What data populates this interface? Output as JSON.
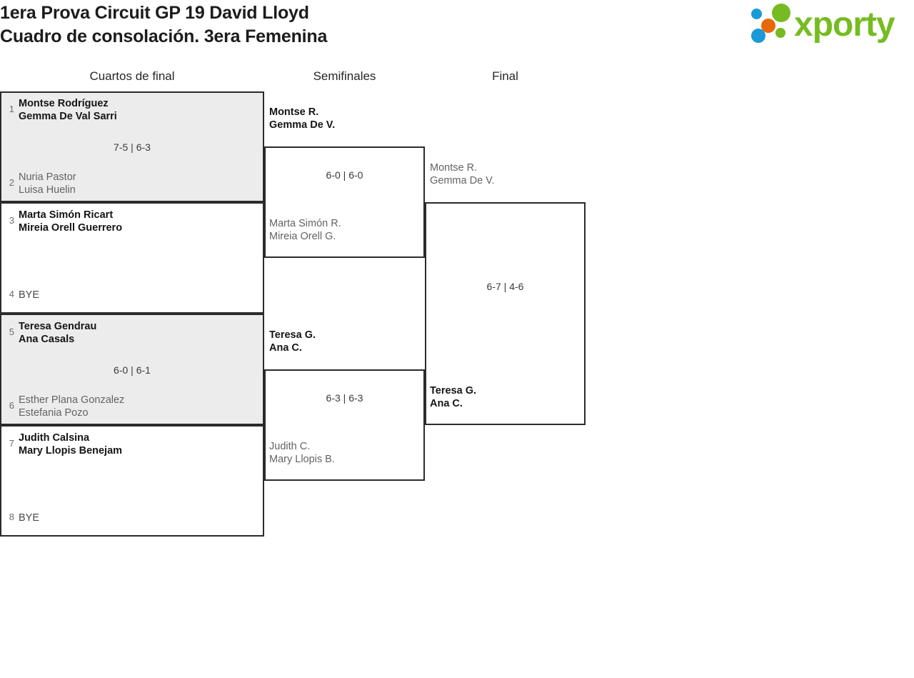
{
  "header": {
    "title": "1era Prova Circuit GP 19 David Lloyd\nCuadro de consolación. 3era Femenina",
    "logo": {
      "text": "xporty",
      "text_color": "#76bc21",
      "dots": [
        {
          "name": "dot-blue-top",
          "color": "#1a9ad7"
        },
        {
          "name": "dot-orange",
          "color": "#e8690c"
        },
        {
          "name": "dot-green-large",
          "color": "#76bc21"
        },
        {
          "name": "dot-blue-bottom",
          "color": "#1a9ad7"
        },
        {
          "name": "dot-green-small",
          "color": "#76bc21"
        }
      ]
    }
  },
  "columns": [
    {
      "key": "qf",
      "label": "Cuartos de final"
    },
    {
      "key": "sf",
      "label": "Semifinales"
    },
    {
      "key": "f",
      "label": "Final"
    }
  ],
  "colors": {
    "border": "#2b2b2b",
    "shaded_row": "#ececec",
    "winner_text": "#151515",
    "loser_text": "#636363",
    "seed_text": "#6b6b6b"
  },
  "bracket": {
    "quarterfinals": [
      {
        "score": "7-5 | 6-3",
        "shaded": true,
        "top": {
          "seed": "1",
          "name": "Montse Rodríguez\nGemma De Val Sarri",
          "result": "win"
        },
        "bottom": {
          "seed": "2",
          "name": "Nuria Pastor\nLuisa Huelin",
          "result": "lose"
        }
      },
      {
        "score": "",
        "shaded": false,
        "top": {
          "seed": "3",
          "name": "Marta Simón Ricart\nMireia Orell Guerrero",
          "result": "win"
        },
        "bottom": {
          "seed": "4",
          "name": "BYE",
          "result": "bye"
        }
      },
      {
        "score": "6-0 | 6-1",
        "shaded": true,
        "top": {
          "seed": "5",
          "name": "Teresa Gendrau\nAna Casals",
          "result": "win"
        },
        "bottom": {
          "seed": "6",
          "name": "Esther Plana Gonzalez\nEstefania Pozo",
          "result": "lose"
        }
      },
      {
        "score": "",
        "shaded": false,
        "top": {
          "seed": "7",
          "name": "Judith Calsina\nMary Llopis Benejam",
          "result": "win"
        },
        "bottom": {
          "seed": "8",
          "name": "BYE",
          "result": "bye"
        }
      }
    ],
    "semifinals": [
      {
        "score": "6-0 | 6-0",
        "top": {
          "name": "Montse R.\nGemma De V.",
          "result": "win"
        },
        "bottom": {
          "name": "Marta Simón R.\nMireia Orell G.",
          "result": "lose"
        }
      },
      {
        "score": "6-3 | 6-3",
        "top": {
          "name": "Teresa G.\nAna C.",
          "result": "win"
        },
        "bottom": {
          "name": "Judith C.\nMary Llopis B.",
          "result": "lose"
        }
      }
    ],
    "final": [
      {
        "score": "6-7 | 4-6",
        "top": {
          "name": "Montse R.\nGemma De V.",
          "result": "lose"
        },
        "bottom": {
          "name": "Teresa G.\nAna C.",
          "result": "win"
        }
      }
    ]
  }
}
